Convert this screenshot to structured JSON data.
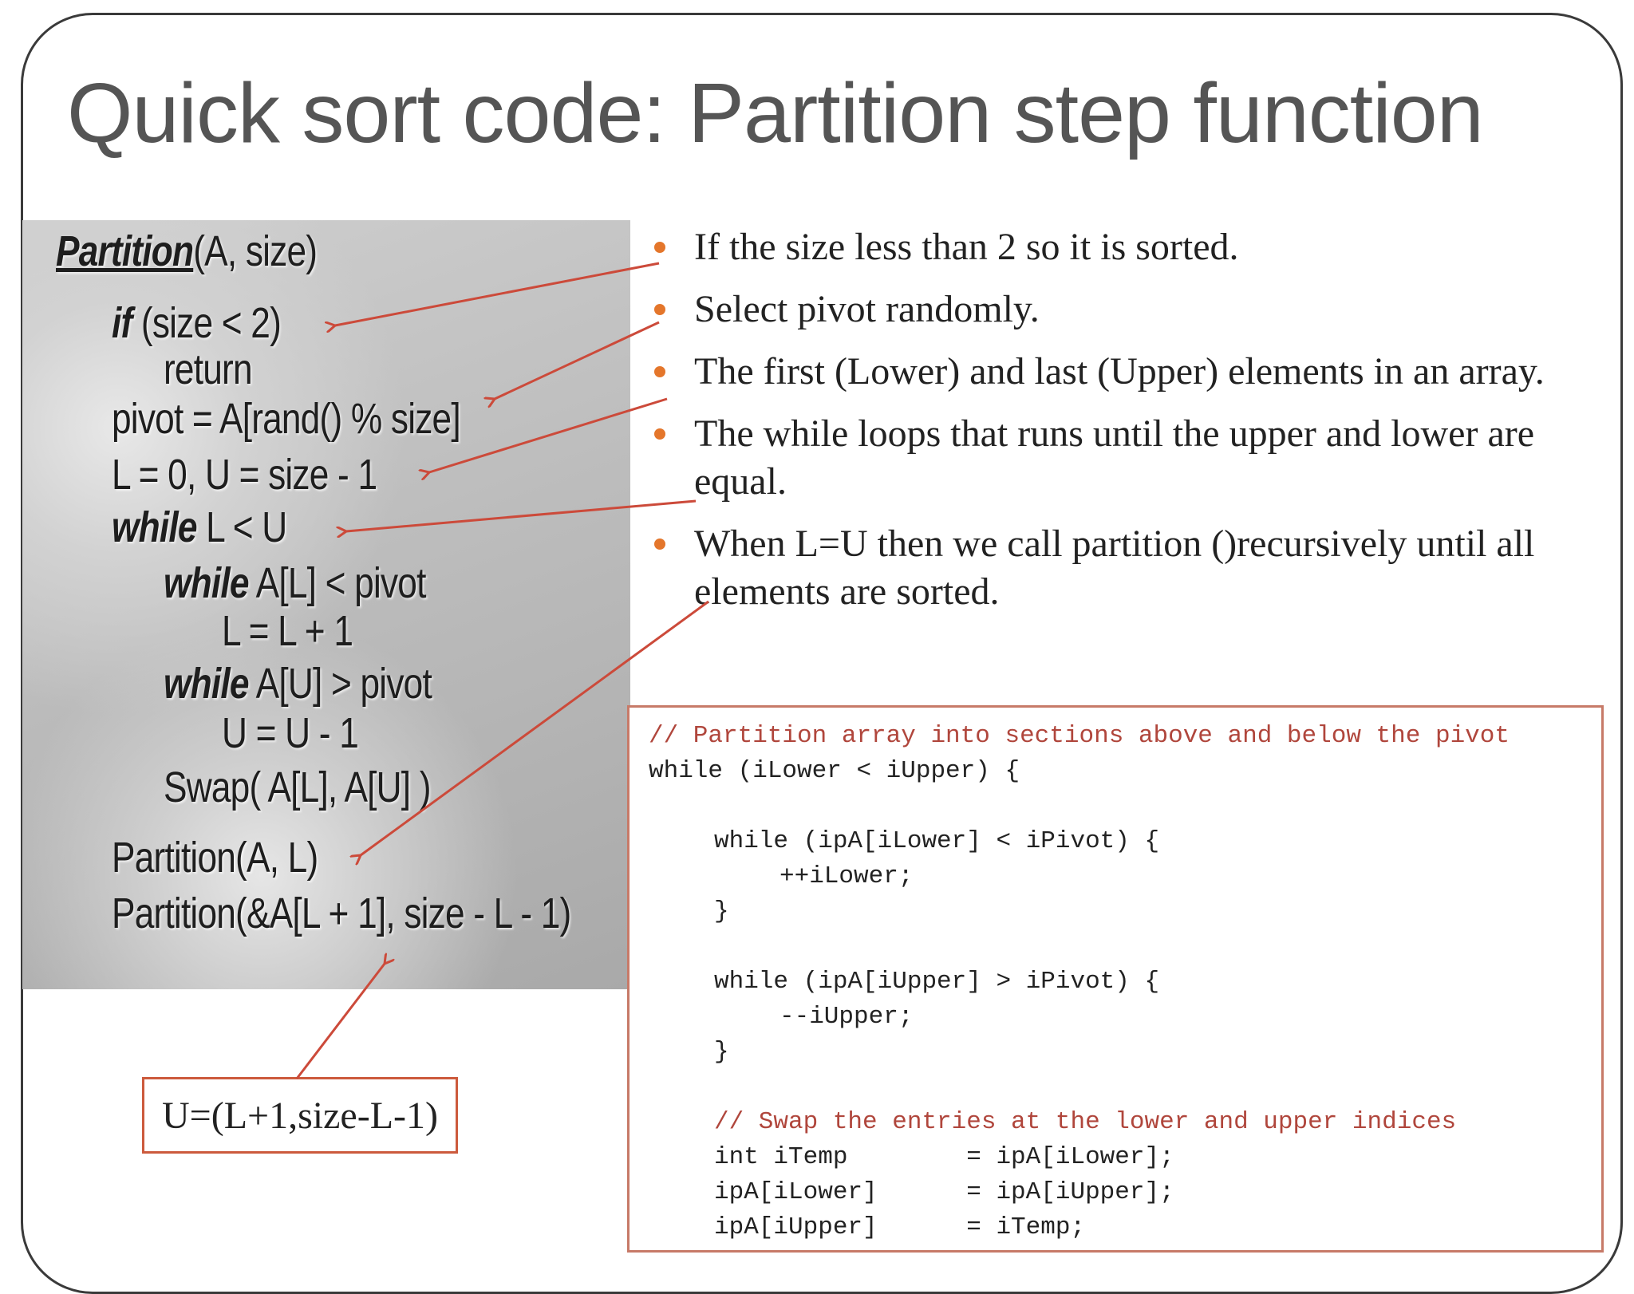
{
  "slide": {
    "title": "Quick sort code: Partition step function"
  },
  "pseudocode": {
    "header_name": "Partition",
    "header_args": "(A,  size)",
    "lines": [
      {
        "kw": "if",
        "text": " (size < 2)"
      },
      {
        "kw": "",
        "text": "return"
      },
      {
        "kw": "",
        "text": "pivot = A[rand() % size]"
      },
      {
        "kw": "",
        "text": "L = 0, U = size - 1"
      },
      {
        "kw": "while",
        "text": " L < U"
      },
      {
        "kw": "while",
        "text": " A[L] < pivot"
      },
      {
        "kw": "",
        "text": "L = L + 1"
      },
      {
        "kw": "while",
        "text": " A[U] > pivot"
      },
      {
        "kw": "",
        "text": "U = U - 1"
      },
      {
        "kw": "",
        "text": "Swap( A[L], A[U] )"
      },
      {
        "kw": "",
        "text": "Partition(A, L)"
      },
      {
        "kw": "",
        "text": "Partition(&A[L + 1], size - L - 1)"
      }
    ]
  },
  "bullets": [
    "If the size less than 2 so it is sorted.",
    "Select pivot randomly.",
    "The first (Lower) and last (Upper) elements in an array.",
    "The while loops that runs until the upper and lower are equal.",
    "When L=U then we call partition ()recursively until all elements are sorted."
  ],
  "callout": "U=(L+1,size-L-1)",
  "code": [
    "// Partition array into sections above and below the pivot",
    "while (iLower < iUpper) {",
    "while (ipA[iLower] < iPivot) {",
    "++iLower;",
    "}",
    "while (ipA[iUpper] > iPivot) {",
    "--iUpper;",
    "}",
    "// Swap the entries at the lower and upper indices",
    "int iTemp        = ipA[iLower];",
    "ipA[iLower]      = ipA[iUpper];",
    "ipA[iUpper]      = iTemp;"
  ],
  "colors": {
    "bullet": "#e4762b",
    "arrow": "#cc4a3a",
    "code_comment": "#b0463c"
  }
}
